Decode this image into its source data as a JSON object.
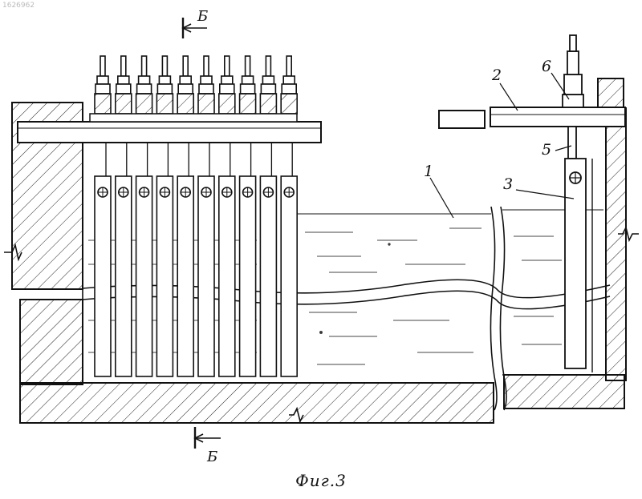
{
  "document_id": "1626962",
  "section_mark_top": "Б",
  "section_mark_bottom": "Б",
  "labels": {
    "l1": "1",
    "l2": "2",
    "l3": "3",
    "l5": "5",
    "l6": "6"
  },
  "caption": "Фиг.3",
  "electrode_count": 10
}
